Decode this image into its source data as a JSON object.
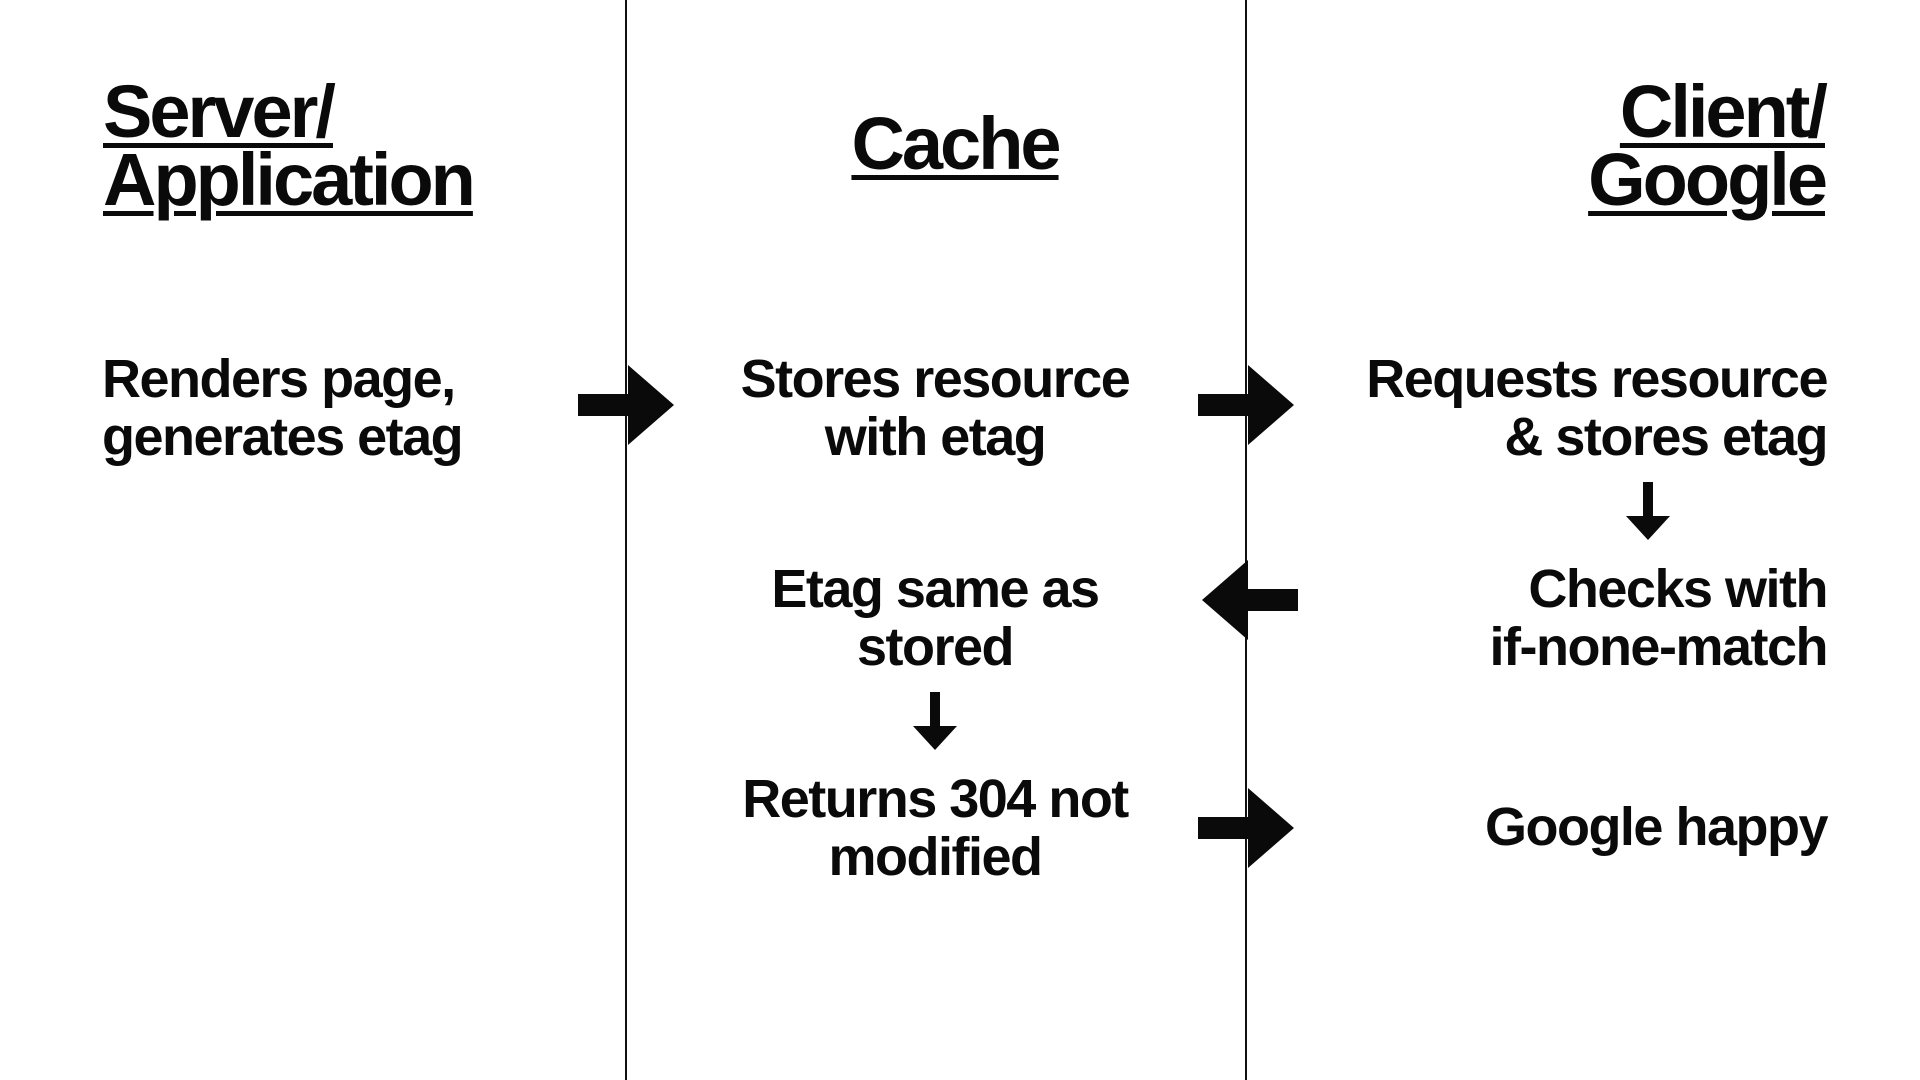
{
  "headings": {
    "server": [
      "Server/",
      "Application"
    ],
    "cache": [
      "Cache"
    ],
    "client": [
      "Client/",
      "Google"
    ]
  },
  "steps": {
    "server_render": [
      "Renders page,",
      "generates etag"
    ],
    "cache_store": [
      "Stores resource",
      "with etag"
    ],
    "client_request": [
      "Requests resource",
      "& stores etag"
    ],
    "client_check": [
      "Checks with",
      "if-none-match"
    ],
    "cache_compare": [
      "Etag same as",
      "stored"
    ],
    "cache_return": [
      "Returns 304 not",
      "modified"
    ],
    "client_happy": [
      "Google happy"
    ]
  },
  "colors": {
    "background": "#ffffff",
    "ink": "#0a0a0a"
  }
}
